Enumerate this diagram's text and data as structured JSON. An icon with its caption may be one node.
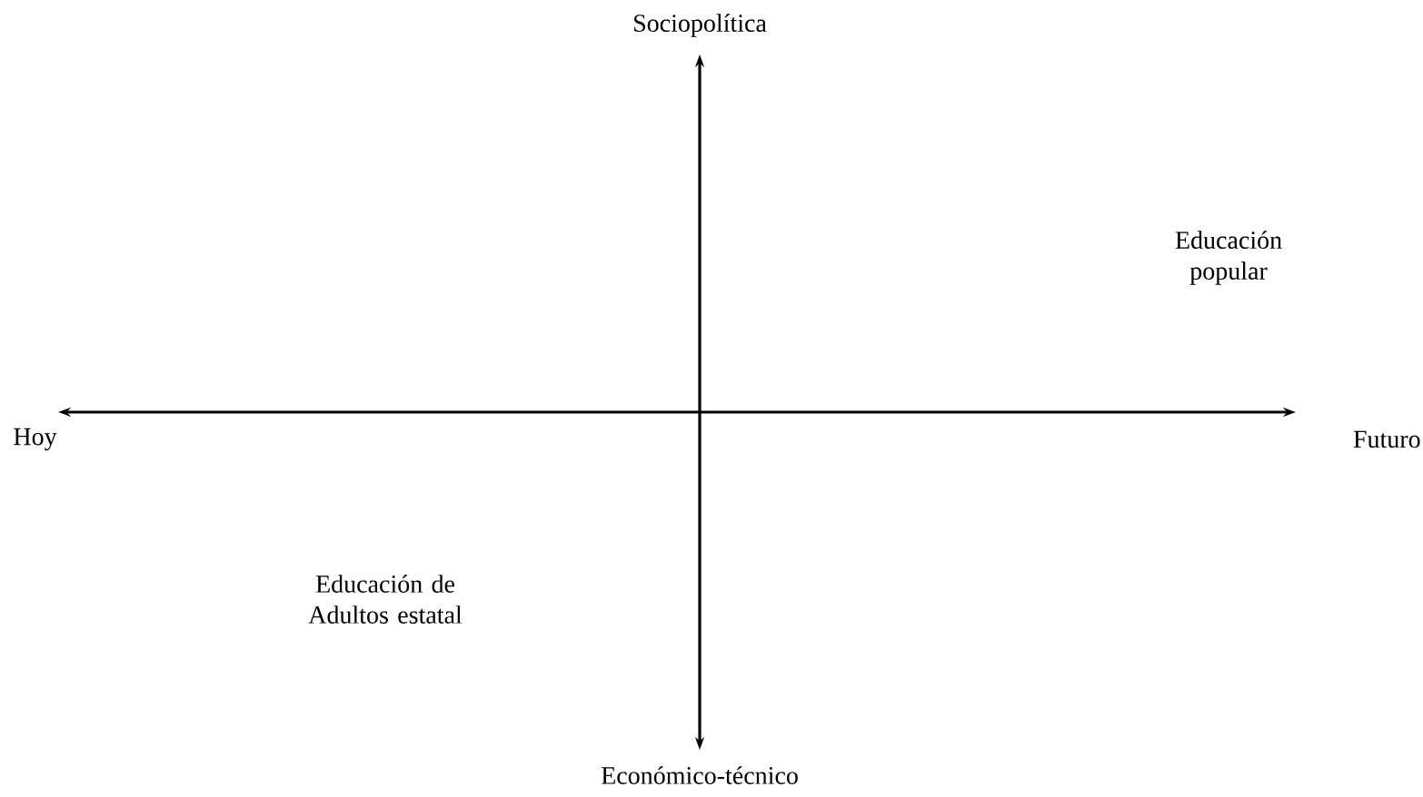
{
  "diagram": {
    "labels": [
      "Sociopolítica",
      "Educación popular",
      "Hoy",
      "Futuro",
      "Educación de Adultos estatal",
      "Económico-técnico"
    ]
  }
}
